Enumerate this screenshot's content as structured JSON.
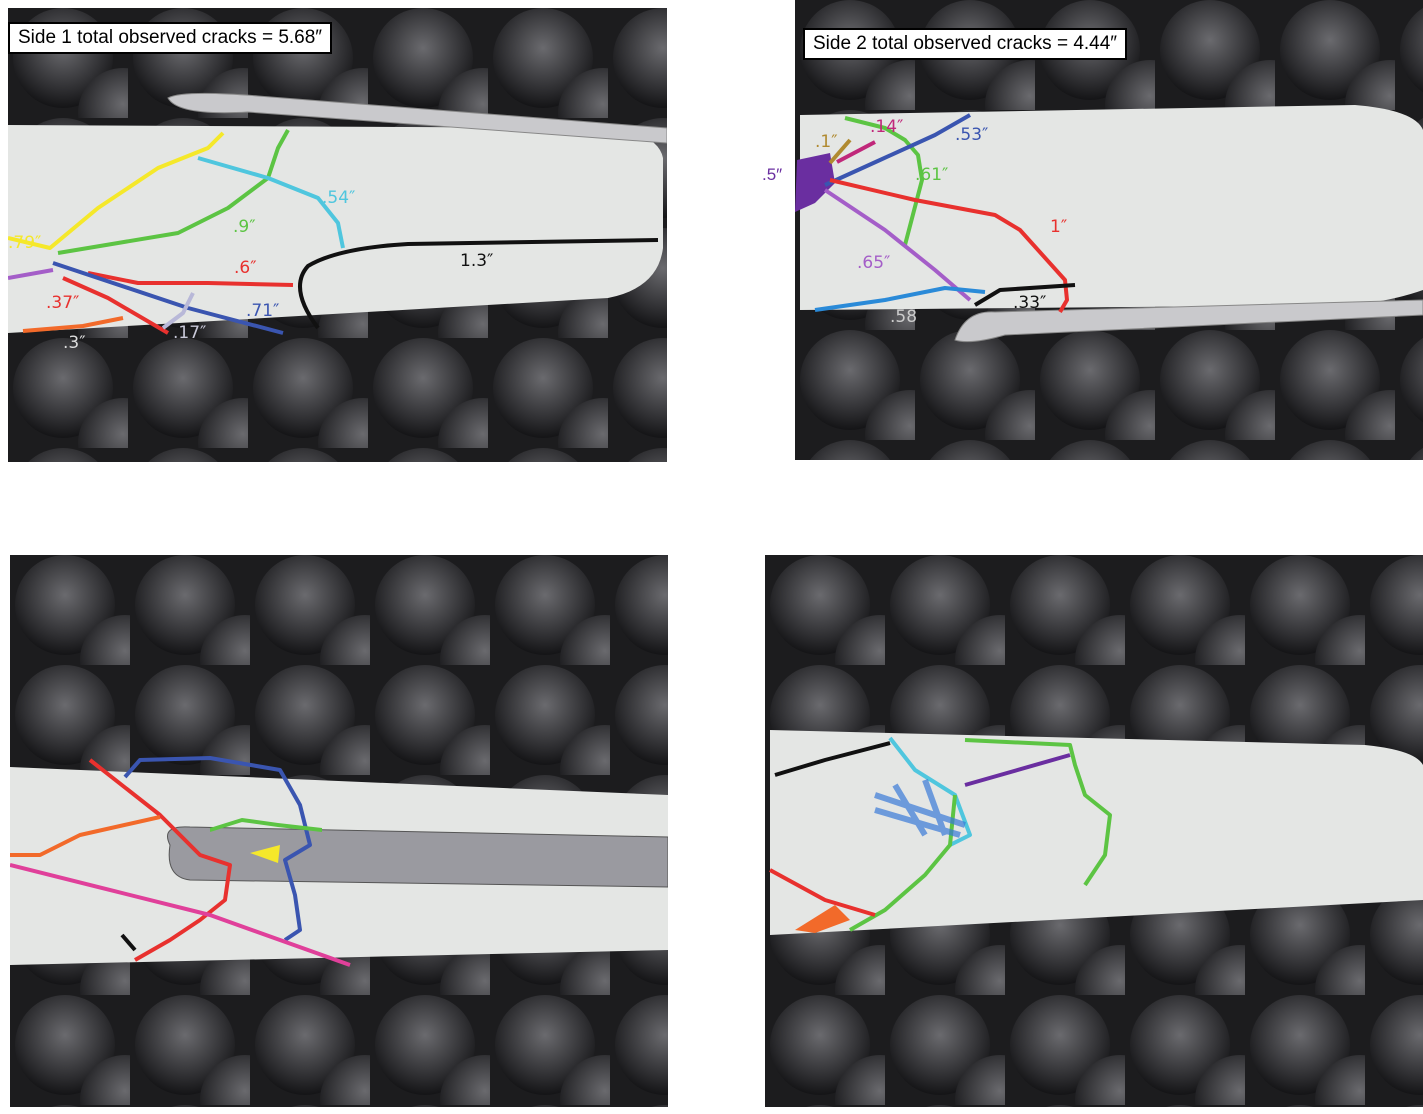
{
  "panels": {
    "side1": {
      "title": "Side 1 total observed cracks = 5.68″",
      "labels": {
        "yellow": ".79″",
        "green": ".9″",
        "cyan": ".54″",
        "black": "1.3″",
        "red": ".6″",
        "red2": ".37″",
        "blue": ".71″",
        "lavender": ".17″",
        "orange": ".3″"
      }
    },
    "side2": {
      "title": "Side 2 total observed cracks = 4.44″",
      "labels": {
        "gold": ".1″",
        "magenta": ".14″",
        "blue": ".53″",
        "purple": ".5″",
        "green": ".61″",
        "red": "1″",
        "violet": ".65″",
        "black": ".33″",
        "lightblue": ".58"
      }
    }
  },
  "colors": {
    "yellow": "#f5e82a",
    "green": "#5cc443",
    "cyan": "#4fc6de",
    "black": "#111111",
    "red": "#e8312e",
    "blue": "#3a55b0",
    "orange": "#f26a2a",
    "purple": "#6a2ea0",
    "violet": "#a45ec8",
    "magenta": "#c0287a",
    "pink": "#e0409a",
    "pen": "#e6e8e6",
    "bg": "#1c1c1e"
  }
}
